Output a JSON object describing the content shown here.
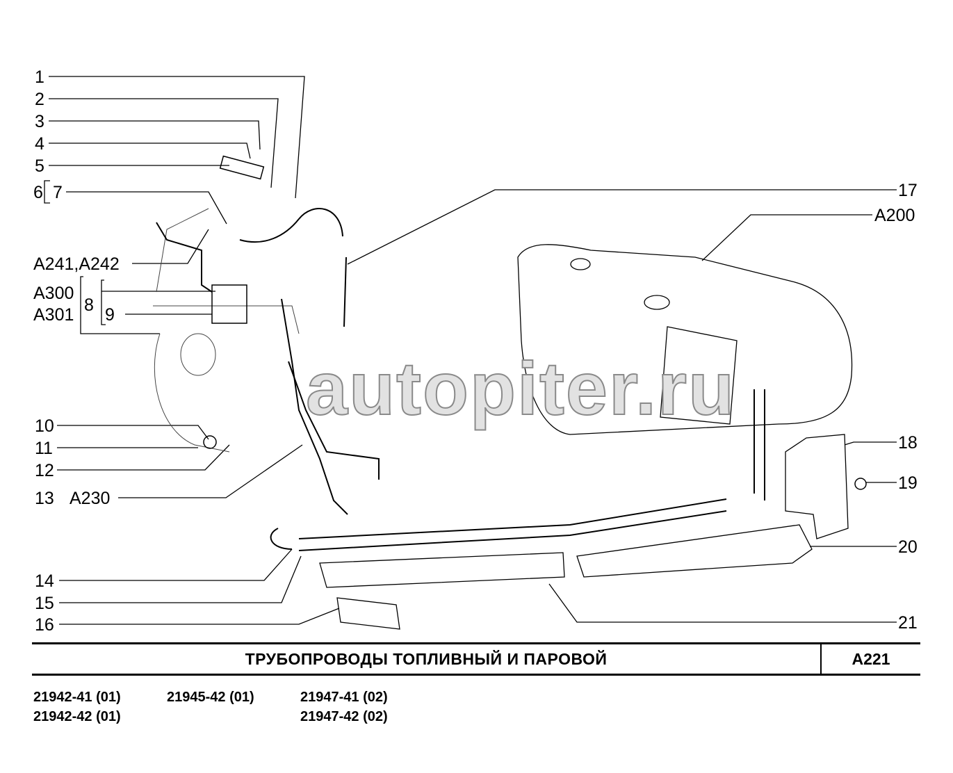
{
  "diagram": {
    "callouts_left": [
      {
        "id": "c1",
        "text": "1"
      },
      {
        "id": "c2",
        "text": "2"
      },
      {
        "id": "c3",
        "text": "3"
      },
      {
        "id": "c4",
        "text": "4"
      },
      {
        "id": "c5",
        "text": "5"
      },
      {
        "id": "c6",
        "text": "6"
      },
      {
        "id": "c7",
        "text": "7"
      },
      {
        "id": "c-a241",
        "text": "A241,A242"
      },
      {
        "id": "c-a300",
        "text": "A300"
      },
      {
        "id": "c8",
        "text": "8"
      },
      {
        "id": "c-a301",
        "text": "A301"
      },
      {
        "id": "c9",
        "text": "9"
      },
      {
        "id": "c10",
        "text": "10"
      },
      {
        "id": "c11",
        "text": "11"
      },
      {
        "id": "c12",
        "text": "12"
      },
      {
        "id": "c13",
        "text": "13"
      },
      {
        "id": "c-a230",
        "text": "A230"
      },
      {
        "id": "c14",
        "text": "14"
      },
      {
        "id": "c15",
        "text": "15"
      },
      {
        "id": "c16",
        "text": "16"
      }
    ],
    "callouts_right": [
      {
        "id": "c17",
        "text": "17"
      },
      {
        "id": "c-a200",
        "text": "A200"
      },
      {
        "id": "c18",
        "text": "18"
      },
      {
        "id": "c19",
        "text": "19"
      },
      {
        "id": "c20",
        "text": "20"
      },
      {
        "id": "c21",
        "text": "21"
      }
    ],
    "watermark": "autopiter.ru"
  },
  "title_block": {
    "title": "ТРУБОПРОВОДЫ  ТОПЛИВНЫЙ  И  ПАРОВОЙ",
    "code": "A221"
  },
  "models": [
    "21942-41 (01)",
    "21942-42 (01)",
    "21945-42 (01)",
    "21947-41 (02)",
    "21947-42 (02)"
  ]
}
